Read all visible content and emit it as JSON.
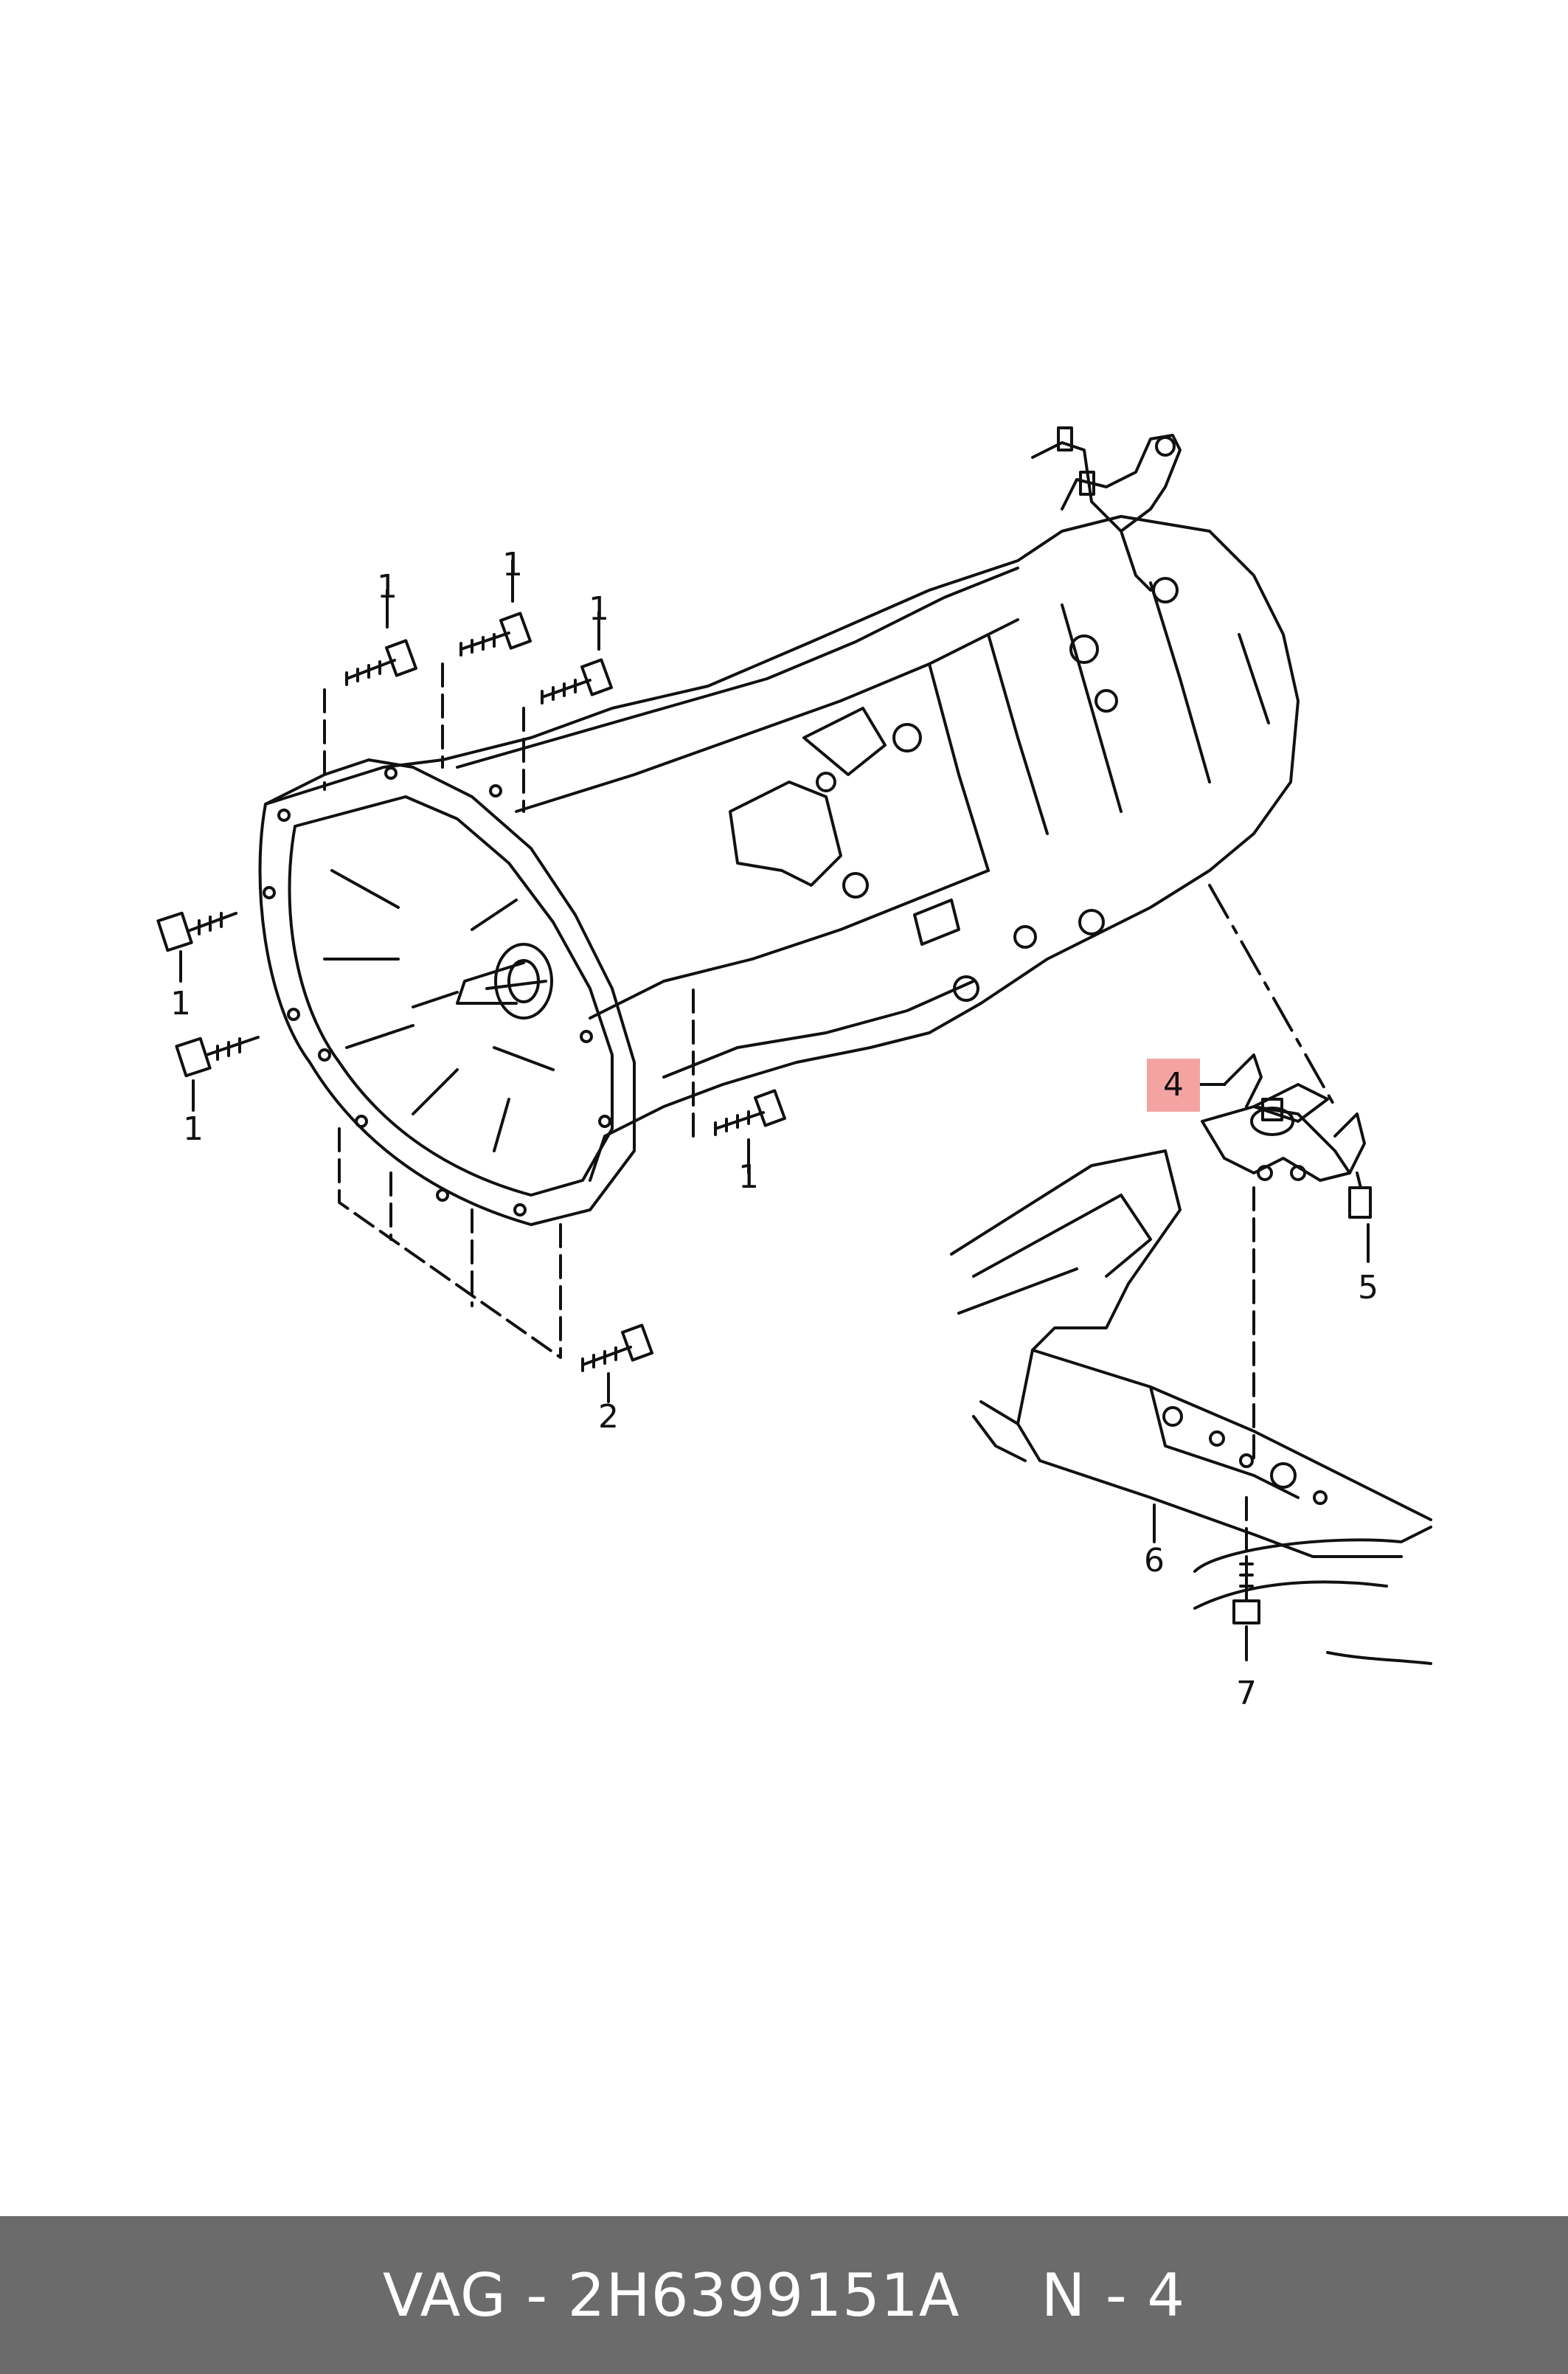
{
  "diagram": {
    "callouts": {
      "bolt_1a": "1",
      "bolt_1b": "1",
      "bolt_1c": "1",
      "bolt_1d": "1",
      "bolt_1e": "1",
      "bolt_1f": "1",
      "bolt_2": "2",
      "mount_4": "4",
      "bolt_5": "5",
      "crossmember_6": "6",
      "bolt_7": "7"
    },
    "highlight_color": "#f4a3a3"
  },
  "footer": {
    "part_label": "VAG - 2H6399151A",
    "position_label": "N - 4"
  }
}
